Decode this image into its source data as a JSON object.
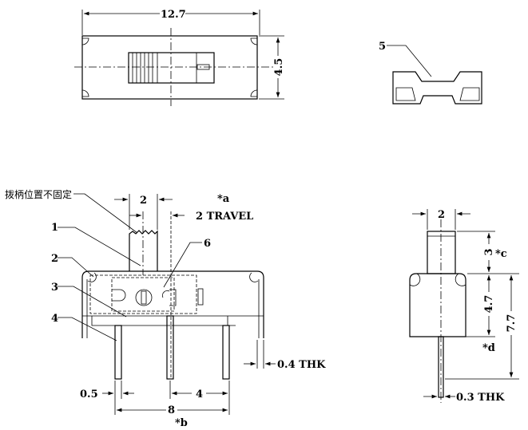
{
  "top_view": {
    "width_dim": "12.7",
    "height_dim": "4.5"
  },
  "part_5": {
    "label": "5"
  },
  "front_view": {
    "note_handle": "拨柄位置不固定",
    "labels": [
      "1",
      "2",
      "3",
      "4",
      "6"
    ],
    "actuator_width": "2",
    "note_a": "*a",
    "travel": "2 TRAVEL",
    "thickness": "0.4 THK",
    "pin_width": "0.5",
    "pin_pitch": "4",
    "pin_span": "8",
    "note_b": "*b"
  },
  "side_view": {
    "actuator_width": "2",
    "actuator_height": "3",
    "note_c": "*c",
    "body_height": "4.7",
    "total_height": "7.7",
    "note_d": "*d",
    "thickness": "0.3 THK"
  }
}
